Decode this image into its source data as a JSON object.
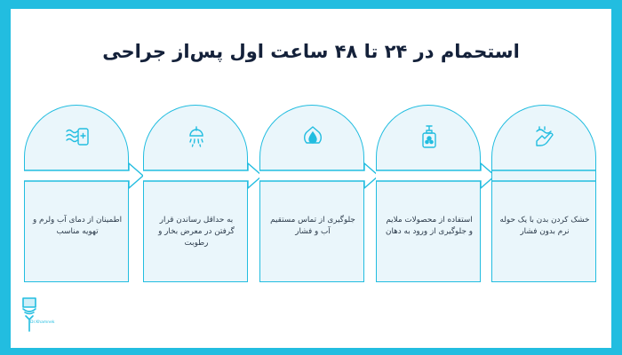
{
  "title": "استحمام در ۲۴ تا ۴۸ ساعت اول پس‌از جراحی",
  "accent_color": "#22bde0",
  "card_color": "#eaf6fb",
  "steps": [
    {
      "text": "اطمینان از دمای آب ولرم و تهویه مناسب",
      "icon": "heat-wave-icon"
    },
    {
      "text": "به حداقل رساندن قرار گرفتن در معرض بخار و رطوبت",
      "icon": "shower-icon"
    },
    {
      "text": "جلوگیری از تماس مستقیم آب و فشار",
      "icon": "water-drop-icon"
    },
    {
      "text": "استفاده از محصولات ملایم و جلوگیری از ورود به دهان",
      "icon": "soap-dispenser-icon"
    },
    {
      "text": "خشک کردن بدن با یک حوله نرم بدون فشار",
      "icon": "towel-hand-icon"
    }
  ],
  "logo": {
    "text": "Dr.Khamnek",
    "icon": "tooth-logo-icon"
  }
}
